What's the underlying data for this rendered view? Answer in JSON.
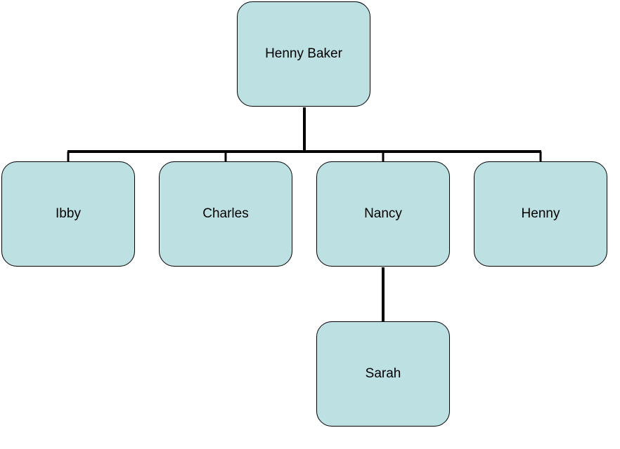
{
  "org_chart": {
    "root": {
      "label": "Henny Baker"
    },
    "children": [
      {
        "label": "Ibby"
      },
      {
        "label": "Charles"
      },
      {
        "label": "Nancy"
      },
      {
        "label": "Henny"
      }
    ],
    "grandchildren": [
      {
        "label": "Sarah",
        "parent": "Nancy"
      }
    ]
  },
  "colors": {
    "box_fill": "#bde0e3",
    "box_border": "#000000",
    "connector": "#000000"
  }
}
